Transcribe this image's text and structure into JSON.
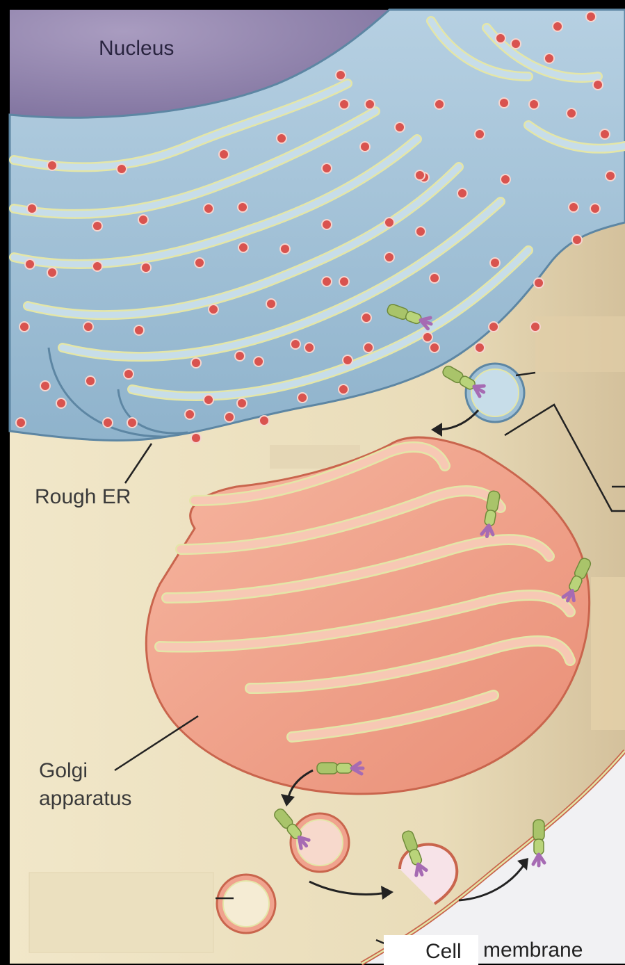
{
  "labels": {
    "nucleus": "Nucleus",
    "rough_er": "Rough ER",
    "golgi_line1": "Golgi",
    "golgi_line2": "apparatus",
    "cell": "Cell",
    "membrane": "membrane"
  },
  "colors": {
    "frame": "#000000",
    "cytoplasm": "#efe4c6",
    "cytoplasm_right": "#d9c7a3",
    "nucleus": "#9c8fb5",
    "er_fill": "#9fc0d6",
    "er_light": "#c7dde9",
    "er_line": "#5d86a3",
    "er_membrane": "#e4e6a8",
    "ribosome": "#d9534f",
    "golgi_fill": "#f0a38e",
    "golgi_light": "#f7c8b4",
    "golgi_line": "#c9654d",
    "protein_green": "#a9c46a",
    "glyco_purple": "#a66bb3",
    "exterior": "#f1f1f3"
  }
}
